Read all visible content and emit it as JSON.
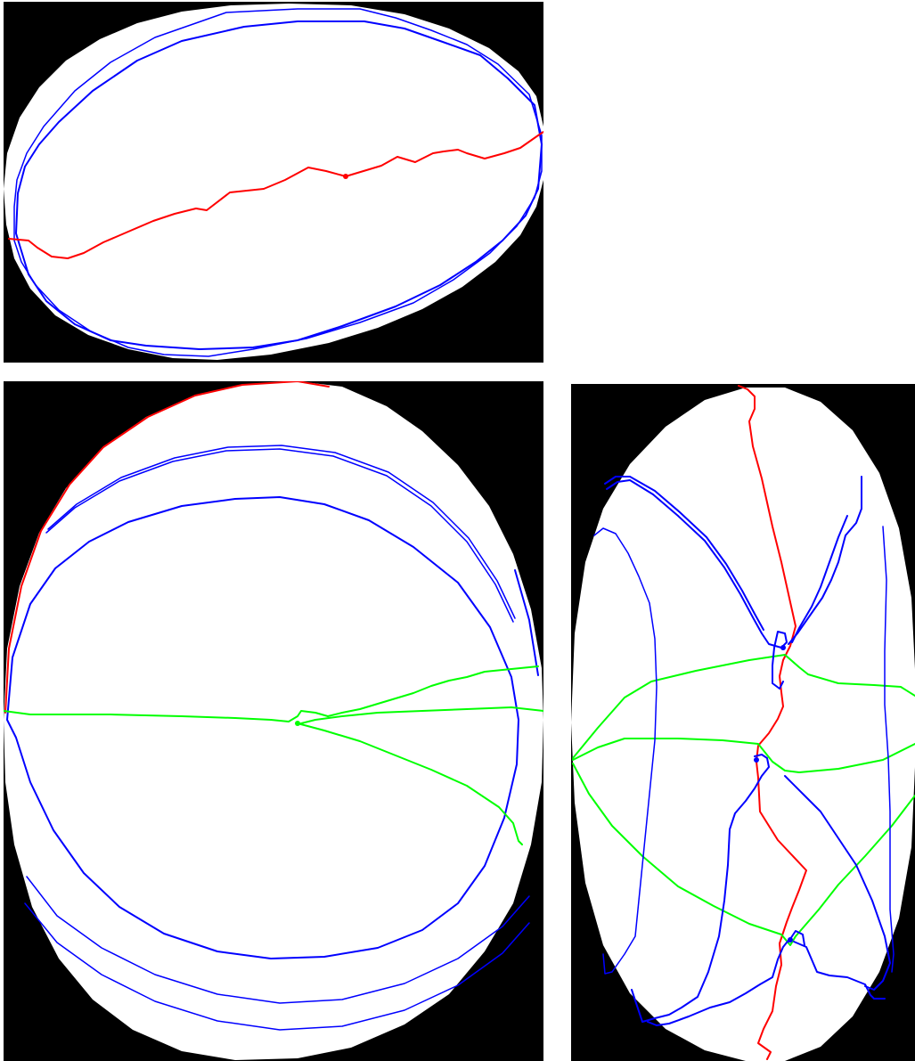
{
  "colors": {
    "background": "#000000",
    "region": "#ffffff",
    "boundary_curve": "#0000ff",
    "seam_curve_a": "#ff0000",
    "seam_curve_b": "#00ff00"
  },
  "panels": [
    {
      "id": "top",
      "description_shape": "ellipse"
    },
    {
      "id": "bottom-left",
      "description_shape": "ellipse"
    },
    {
      "id": "bottom-right",
      "description_shape": "ellipse"
    }
  ]
}
